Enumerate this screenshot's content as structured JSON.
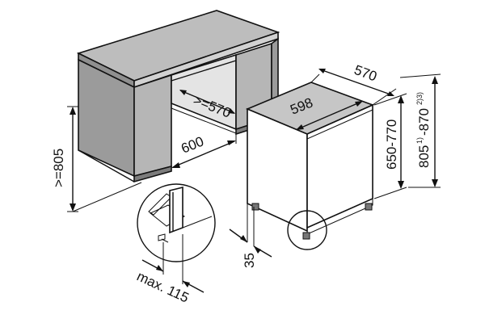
{
  "dimensions": {
    "niche_height": ">=805",
    "niche_depth": ">=570",
    "niche_width": "600",
    "appliance_width": "598",
    "appliance_depth": "570",
    "appliance_height": "650-770",
    "total_height_main": "805",
    "total_height_sup1": "1)",
    "total_height_dash": "-870",
    "total_height_sup2": "2)3)",
    "plinth_offset": "35",
    "max_door_swing": "max. 115"
  },
  "colors": {
    "cabinet_dark": "#9a9a9a",
    "cabinet_mid": "#b4b4b4",
    "cabinet_light": "#d7d7d7",
    "appliance_front": "#ffffff",
    "appliance_top": "#bcbcbc",
    "line": "#111111"
  }
}
